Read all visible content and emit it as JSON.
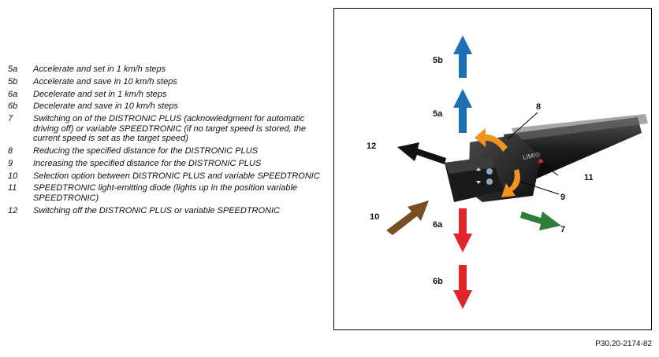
{
  "legend": [
    {
      "num": "5a",
      "text": "Accelerate and set in 1 km/h steps"
    },
    {
      "num": "5b",
      "text": "Accelerate and save in 10 km/h steps"
    },
    {
      "num": "6a",
      "text": "Decelerate and set in 1 km/h steps"
    },
    {
      "num": "6b",
      "text": "Decelerate and save in 10 km/h steps"
    },
    {
      "num": "7",
      "text": "Switching on of the DISTRONIC PLUS (acknowledgment for automatic driving off) or variable SPEEDTRONIC (if no target speed is stored, the current speed is set as the target speed)"
    },
    {
      "num": "8",
      "text": "Reducing the specified distance for the DISTRONIC PLUS"
    },
    {
      "num": "9",
      "text": "Increasing the specified distance for the DISTRONIC PLUS"
    },
    {
      "num": "10",
      "text": "Selection option between DISTRONIC PLUS and variable SPEEDTRONIC"
    },
    {
      "num": "11",
      "text": "SPEEDTRONIC light-emitting diode (lights up in the position variable SPEEDTRONIC)"
    },
    {
      "num": "12",
      "text": "Switching off the DISTRONIC PLUS or variable SPEEDTRONIC"
    }
  ],
  "figure": {
    "labels": {
      "l5b": "5b",
      "l5a": "5a",
      "l8": "8",
      "l12": "12",
      "l11": "11",
      "l9": "9",
      "l10": "10",
      "l6a": "6a",
      "l7": "7",
      "l6b": "6b"
    },
    "colors": {
      "blue": "#1f6fb5",
      "red": "#e0262b",
      "orange": "#f0941e",
      "green": "#2e7d3a",
      "brown": "#7a4e24",
      "black": "#111111"
    }
  },
  "caption": "P30.20-2174-82"
}
